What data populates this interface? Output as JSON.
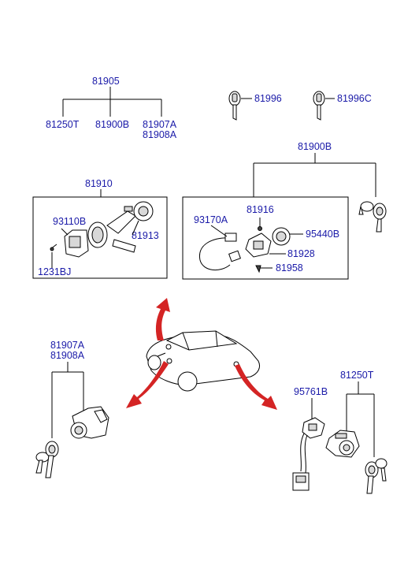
{
  "labels": {
    "l81905": "81905",
    "l81250T_top": "81250T",
    "l81900B_top": "81900B",
    "l81907A_top": "81907A",
    "l81908A_top": "81908A",
    "l81996": "81996",
    "l81996C": "81996C",
    "l81900B_mid": "81900B",
    "l81910": "81910",
    "l93110B": "93110B",
    "l81913": "81913",
    "l1231BJ": "1231BJ",
    "l93170A": "93170A",
    "l81916": "81916",
    "l95440B": "95440B",
    "l81928": "81928",
    "l81958": "81958",
    "l81907A_bot": "81907A",
    "l81908A_bot": "81908A",
    "l81250T_bot": "81250T",
    "l95761B": "95761B"
  },
  "colors": {
    "part_number_text": "#1a1aa8",
    "arrow": "#d42424",
    "line": "#000000"
  }
}
